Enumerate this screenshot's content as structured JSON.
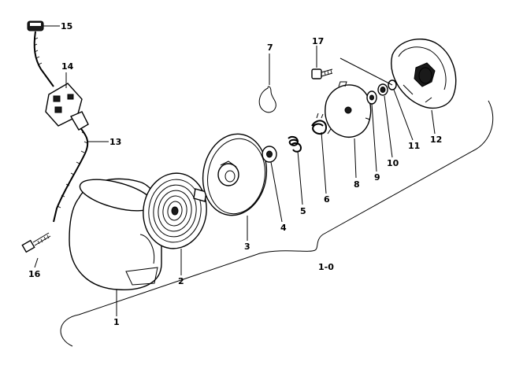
{
  "labels": {
    "p1": "1",
    "p2": "2",
    "p3": "3",
    "p4": "4",
    "p5": "5",
    "p6": "6",
    "p7": "7",
    "p8": "8",
    "p9": "9",
    "p10": "10",
    "p11": "11",
    "p12": "12",
    "p13": "13",
    "p14": "14",
    "p15": "15",
    "p16": "16",
    "p17": "17",
    "assembly": "1-0"
  }
}
